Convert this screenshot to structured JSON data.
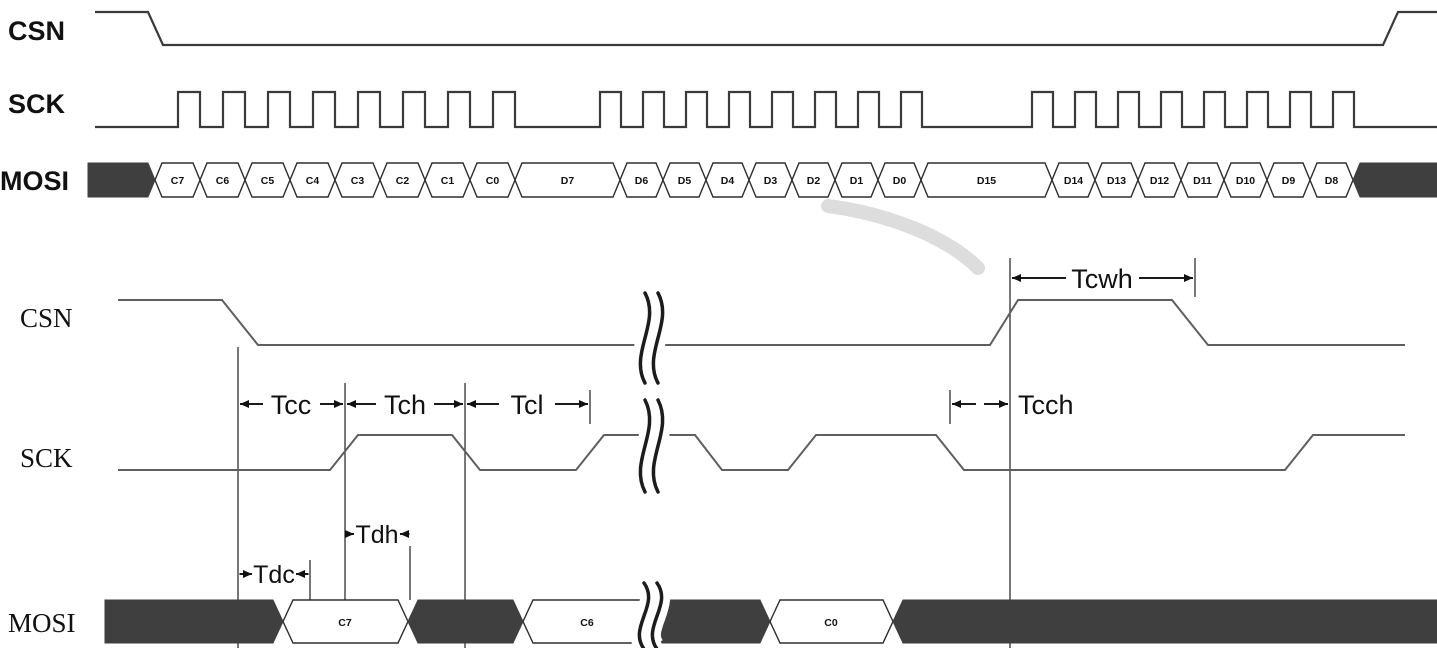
{
  "colors": {
    "line": "#3a3a3a",
    "bus_fill": "#3f3f3f",
    "background": "#ffffff"
  },
  "top": {
    "csn_label": "CSN",
    "sck_label": "SCK",
    "mosi_label": "MOSI",
    "mosi_cells": [
      "C7",
      "C6",
      "C5",
      "C4",
      "C3",
      "C2",
      "C1",
      "C0",
      "D7",
      "D6",
      "D5",
      "D4",
      "D3",
      "D2",
      "D1",
      "D0",
      "D15",
      "D14",
      "D13",
      "D12",
      "D11",
      "D10",
      "D9",
      "D8"
    ]
  },
  "bottom": {
    "csn_label": "CSN",
    "sck_label": "SCK",
    "mosi_label": "MOSI",
    "mosi_cells": [
      "C7",
      "C6",
      "C0"
    ],
    "timings": {
      "tcwh": "Tcwh",
      "tcc": "Tcc",
      "tch": "Tch",
      "tcl": "Tcl",
      "tcch": "Tcch",
      "tdh": "Tdh",
      "tdc": "Tdc"
    }
  }
}
